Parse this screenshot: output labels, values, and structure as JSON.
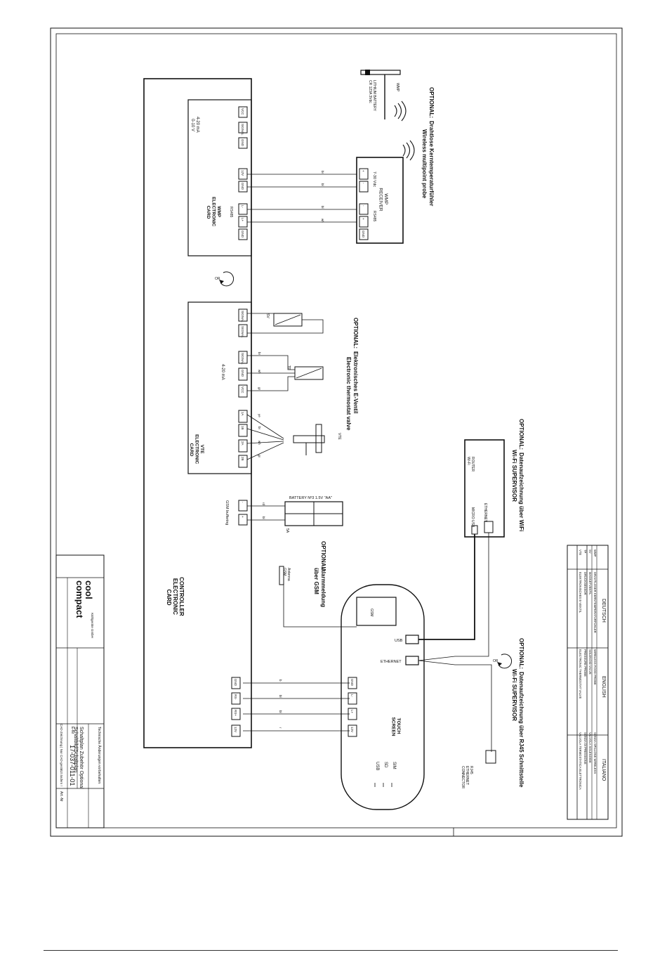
{
  "controller": {
    "label": [
      "CONTROLLER",
      "ELECTRONIC",
      "CARD"
    ]
  },
  "wmp_card": {
    "label": [
      "WMP",
      "ELECTRONIC",
      "CARD"
    ],
    "terminals": [
      "VCC",
      "SIGNAL",
      "GND",
      "12V",
      "GND",
      "L-",
      "L+",
      "GND"
    ],
    "signal_note": [
      "4-20 mA",
      "0-10 V"
    ],
    "rs485_label": "RS485"
  },
  "wmp_receiver": {
    "label": [
      "WMP",
      "RECEIVER"
    ],
    "voltage": "7-30 Vdc",
    "rs485_label": "RS485",
    "terminals": [
      "+",
      "-",
      "-",
      "+",
      "GND"
    ]
  },
  "wmp_probe": {
    "tag": "WMP",
    "battery": [
      "LITHIUM BATTERY",
      "CR 123A 3Vdc"
    ]
  },
  "wmp_note": {
    "prefix": "OPTIONAL:",
    "de": "Drahtlose Kerntemperaturfühler",
    "en": "Wireless multipoint probe"
  },
  "vte_card": {
    "label": [
      "VTE",
      "ELECTRONIC",
      "CARD"
    ],
    "terminals": [
      "SIGNAL",
      "SIGNAL",
      "SIGNAL",
      "GND",
      "VCC",
      "1A",
      "1B",
      "2A",
      "2B"
    ],
    "signal_note": "4-20 mA"
  },
  "vte_note": {
    "prefix": "OPTIONAL:",
    "de": "Elektronisches E-Ventil",
    "en": "Electronic thermostat valve"
  },
  "tags": {
    "sv": "SV",
    "tp": "TP",
    "vte": "VTE",
    "five_a": "5A"
  },
  "battery": {
    "label": "BATTERY Nº3 1.5V \"AA\"",
    "buffering": "GSM buffering",
    "terminals": [
      "-",
      "+"
    ]
  },
  "gsm": {
    "box": "GSM",
    "antenna": [
      "Antenna",
      "GSM"
    ],
    "note": {
      "prefix": "OPTIONAL:",
      "de": "Alarmmeldung",
      "en": "über GSM"
    }
  },
  "router": {
    "label": [
      "ROUTER",
      "Wi-Fi"
    ],
    "ethernet": "ETHERNET",
    "micro_usb": "MICRO USB"
  },
  "wifi_note": {
    "prefix": "OPTIONAL:",
    "de": "Datenaufzeichnung über WiFi",
    "en": "Wi-Fi SUPERVISOR"
  },
  "rj45_note": {
    "prefix": "OPTIONAL:",
    "de": "Datenaufzeichnung über RJ45 Schnittstelle",
    "en": "Wi-Fi SUPERVISOR"
  },
  "rj45_connector": [
    "RJ45",
    "ETHERNET",
    "CONNECTOR"
  ],
  "touch_screen": {
    "label": [
      "TOUCH",
      "SCREEN"
    ],
    "ports": [
      "USB",
      "ETHERNET"
    ],
    "slots": [
      "SIM",
      "SD",
      "USB"
    ],
    "terminals": [
      "GND",
      "L-",
      "L+",
      "12V"
    ]
  },
  "controller_terminals": [
    "GND",
    "RS-",
    "RS+",
    "12V"
  ],
  "wire_labels": {
    "wmp": [
      "br",
      "bl",
      "bl",
      "wh"
    ],
    "vte_sensor": [
      "br",
      "wh",
      "gr"
    ],
    "vte_valve": [
      "ye",
      "br",
      "wh",
      "gr"
    ],
    "battery": [
      "rd",
      "bl"
    ],
    "touch": [
      "b",
      "bl",
      "bl",
      "r"
    ]
  },
  "legend": {
    "headers": [
      "DEUTSCH",
      "ENGLISH",
      "ITALIANO"
    ],
    "rows": [
      {
        "code": "WMP",
        "de": "DRAHTLOSER KERNTEMPERATURFÜHLER",
        "en": "WIRELESS FOOD PROBE",
        "it": "SONDA SPILLONE WIRELESS"
      },
      {
        "code": "SV",
        "de": "MAGNETVENTIL",
        "en": "SOLENOID VALVE",
        "it": "VALVOLA SOLENOIDE"
      },
      {
        "code": "TP",
        "de": "DRUCKSENSOR",
        "en": "PRESSURE PROBE",
        "it": "SONDA DI PRESSIONE"
      },
      {
        "code": "VTE",
        "de": "ELEKTRONISCHES E-VENTIL",
        "en": "ELECTRONIC THERMOSTAT VALVE",
        "it": "VALVOLA TERMOSTATICA ELETTRONICA"
      }
    ]
  },
  "title_block": {
    "brand": [
      "cool",
      "compact"
    ],
    "tagline": "Kühlgeräte GmbH",
    "change_note": "Technische Änderungen vorbehalten",
    "drawing_title": [
      "Schaltplan Zubehör Optional",
      "Schaltbild/Schaltplan"
    ],
    "drawing_number": "17-037-011-01",
    "unit": "E-Nr",
    "art_label": "Art.-Nr",
    "cad_note": "CAD-Zeichnung | Nur CAD-gestützt ändern !"
  }
}
